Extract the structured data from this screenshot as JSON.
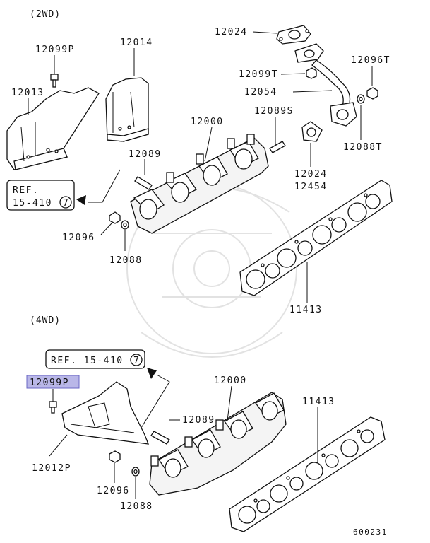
{
  "sections": {
    "top": "(2WD)",
    "bottom": "(4WD)"
  },
  "labels": {
    "p12099p_top": "12099P",
    "p12014": "12014",
    "p12013": "12013",
    "p12024_top": "12024",
    "p12096t": "12096T",
    "p12099t": "12099T",
    "p12054": "12054",
    "p12000_top": "12000",
    "p12089s": "12089S",
    "p12088t": "12088T",
    "p12089_top": "12089",
    "p12024_mid": "12024",
    "p12454": "12454",
    "p12096_top": "12096",
    "p12088_top": "12088",
    "p11413_top": "11413",
    "p12099p_bot": "12099P",
    "p12000_bot": "12000",
    "p11413_bot": "11413",
    "p12089_bot": "12089",
    "p12012p": "12012P",
    "p12096_bot": "12096",
    "p12088_bot": "12088"
  },
  "refs": {
    "top_line1": "REF.",
    "top_line2": "15-410",
    "top_circle": "7",
    "bottom_text": "REF. 15-410",
    "bottom_circle": "7"
  },
  "diagram_code": "600231",
  "highlight_color": "#b9b7e8"
}
